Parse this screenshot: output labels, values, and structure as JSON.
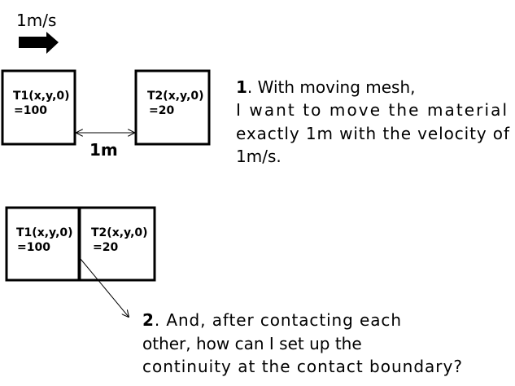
{
  "velocity_label": "1m/s",
  "distance_label": "1m",
  "top": {
    "box1": {
      "line1": "T1(x,y,0)",
      "line2": "=100"
    },
    "box2": {
      "line1": "T2(x,y,0)",
      "line2": "=20"
    }
  },
  "bottom": {
    "box1": {
      "line1": "T1(x,y,0)",
      "line2": "=100"
    },
    "box2": {
      "line1": "T2(x,y,0)",
      "line2": "=20"
    }
  },
  "note1": {
    "number": "1",
    "line1": ". With moving mesh,",
    "line2": "I want to move the material",
    "line3": "exactly 1m with the velocity of",
    "line4": "1m/s."
  },
  "note2": {
    "number": "2",
    "line1": ". And, after contacting each",
    "line2": "other, how can I set up the",
    "line3": "continuity at the contact boundary?"
  }
}
